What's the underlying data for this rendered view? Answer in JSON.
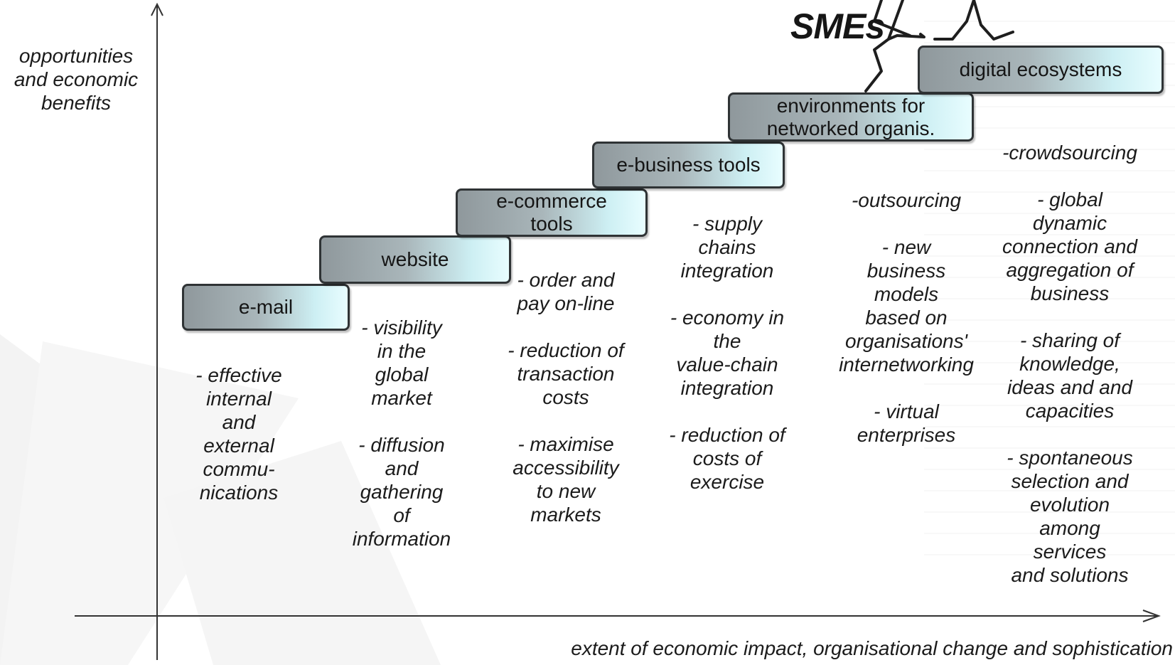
{
  "y_axis_label": "opportunities\nand economic\nbenefits",
  "x_axis_label": "extent of economic impact, organisational change and sophistication",
  "actor_label": "SMEs",
  "steps": [
    {
      "label": "e-mail"
    },
    {
      "label": "website"
    },
    {
      "label": "e-commerce\ntools"
    },
    {
      "label": "e-business tools"
    },
    {
      "label": "environments for\nnetworked organis."
    },
    {
      "label": "digital ecosystems"
    }
  ],
  "columns": [
    {
      "items": [
        "- effective\ninternal\nand\nexternal\ncommu-\nnications"
      ]
    },
    {
      "items": [
        "- visibility\nin the\nglobal\nmarket",
        "- diffusion\nand\ngathering\nof\ninformation"
      ]
    },
    {
      "items": [
        "- order and\npay on-line",
        "- reduction of\ntransaction\ncosts",
        "- maximise\naccessibility\nto new\nmarkets"
      ]
    },
    {
      "items": [
        "- supply\nchains\nintegration",
        "- economy in\nthe\nvalue-chain\nintegration",
        "- reduction of\ncosts of\nexercise"
      ]
    },
    {
      "items": [
        "-outsourcing",
        "- new\nbusiness\nmodels\nbased on\norganisations'\ninternetworking",
        "- virtual\nenterprises"
      ]
    },
    {
      "items": [
        "-crowdsourcing",
        "- global\ndynamic\nconnection and\naggregation of\nbusiness",
        "- sharing of\nknowledge,\nideas and and\ncapacities",
        "- spontaneous\nselection and\nevolution\namong\nservices\nand solutions"
      ]
    }
  ]
}
